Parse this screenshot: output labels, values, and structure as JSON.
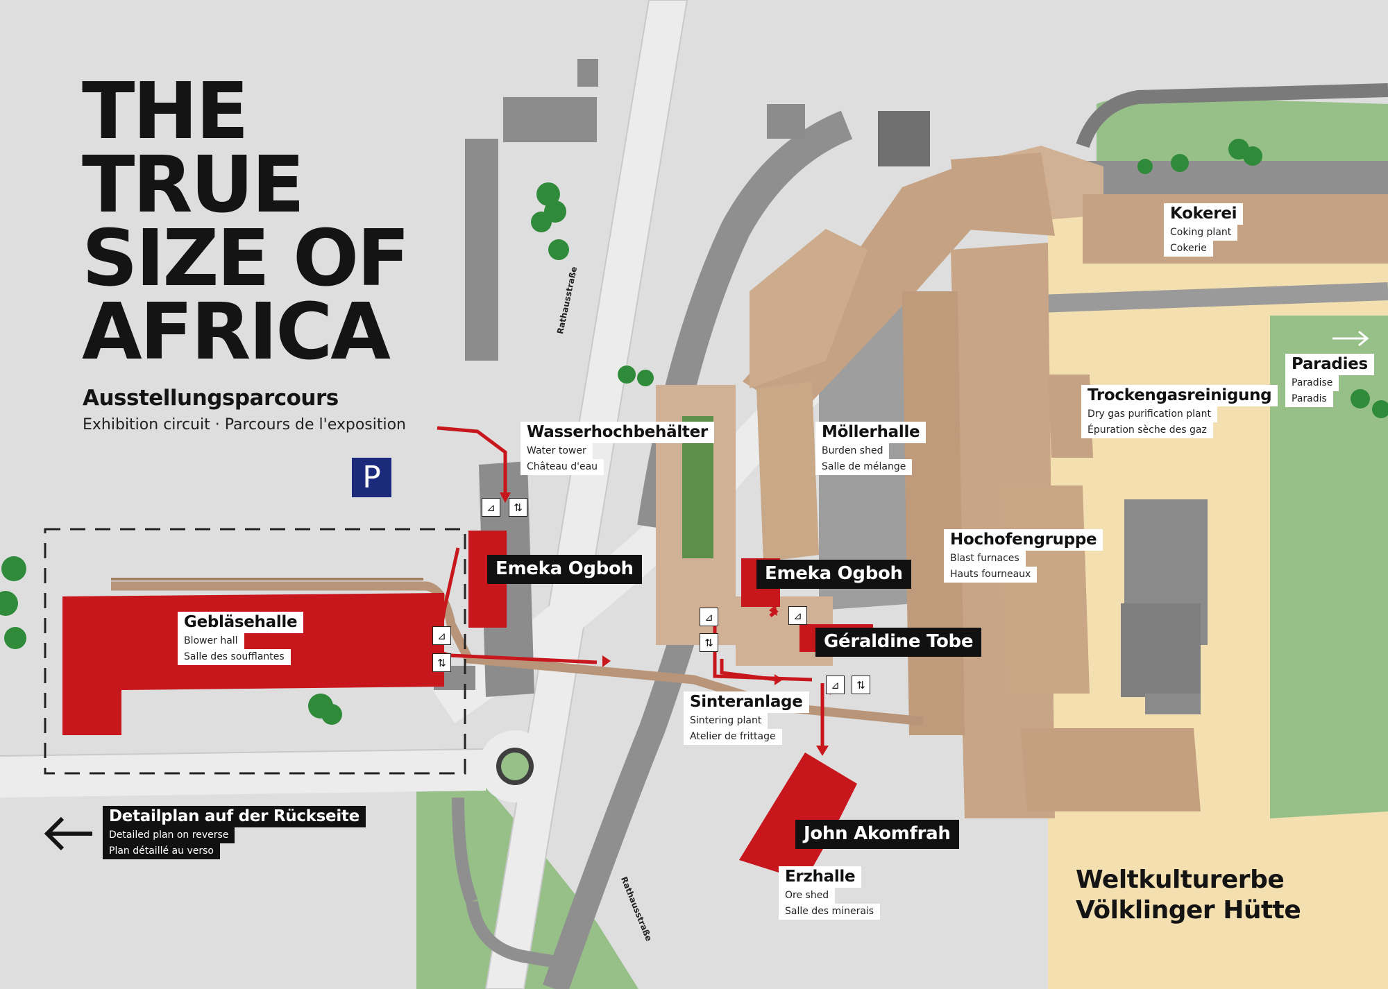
{
  "title_lines": [
    "THE",
    "TRUE",
    "SIZE OF",
    "AFRICA"
  ],
  "subtitle": "Ausstellungsparcours",
  "subtitle_translations": "Exhibition circuit · Parcours de l'exposition",
  "parking_label": "P",
  "heritage_lines": [
    "Weltkulturerbe",
    "Völklinger Hütte"
  ],
  "streets": [
    "Rathausstraße",
    "Rathausstraße"
  ],
  "places": {
    "wasserhochbehaelter": {
      "de": "Wasserhochbehälter",
      "en": "Water tower",
      "fr": "Château d'eau"
    },
    "moellerhalle": {
      "de": "Möllerhalle",
      "en": "Burden shed",
      "fr": "Salle de mélange"
    },
    "geblaesehalle": {
      "de": "Gebläsehalle",
      "en": "Blower hall",
      "fr": "Salle des soufflantes"
    },
    "hochofengruppe": {
      "de": "Hochofengruppe",
      "en": "Blast furnaces",
      "fr": "Hauts fourneaux"
    },
    "kokerei": {
      "de": "Kokerei",
      "en": "Coking plant",
      "fr": "Cokerie"
    },
    "paradies": {
      "de": "Paradies",
      "en": "Paradise",
      "fr": "Paradis"
    },
    "trockengas": {
      "de": "Trockengasreinigung",
      "en": "Dry gas purification plant",
      "fr": "Épuration sèche des gaz"
    },
    "sinteranlage": {
      "de": "Sinteranlage",
      "en": "Sintering plant",
      "fr": "Atelier de frittage"
    },
    "erzhalle": {
      "de": "Erzhalle",
      "en": "Ore shed",
      "fr": "Salle des minerais"
    }
  },
  "detailplan": {
    "de": "Detailplan auf der Rückseite",
    "en": "Detailed plan on reverse",
    "fr": "Plan détaillé au verso"
  },
  "artists": [
    "Emeka Ogboh",
    "Emeka Ogboh",
    "Géraldine Tobe",
    "John Akomfrah"
  ],
  "icons": {
    "stairs": "⊿",
    "lift": "⇅",
    "arrow_left": "arrow-left-icon",
    "arrow_right": "arrow-right-icon"
  },
  "colors": {
    "exhibition_red": "#c8161d",
    "label_dark": "#111111",
    "parking_blue": "#1b2a7a",
    "green": "#97c089",
    "sand": "#f3dfb0",
    "copper": "#c5a283",
    "concrete": "#8f8f8f"
  }
}
